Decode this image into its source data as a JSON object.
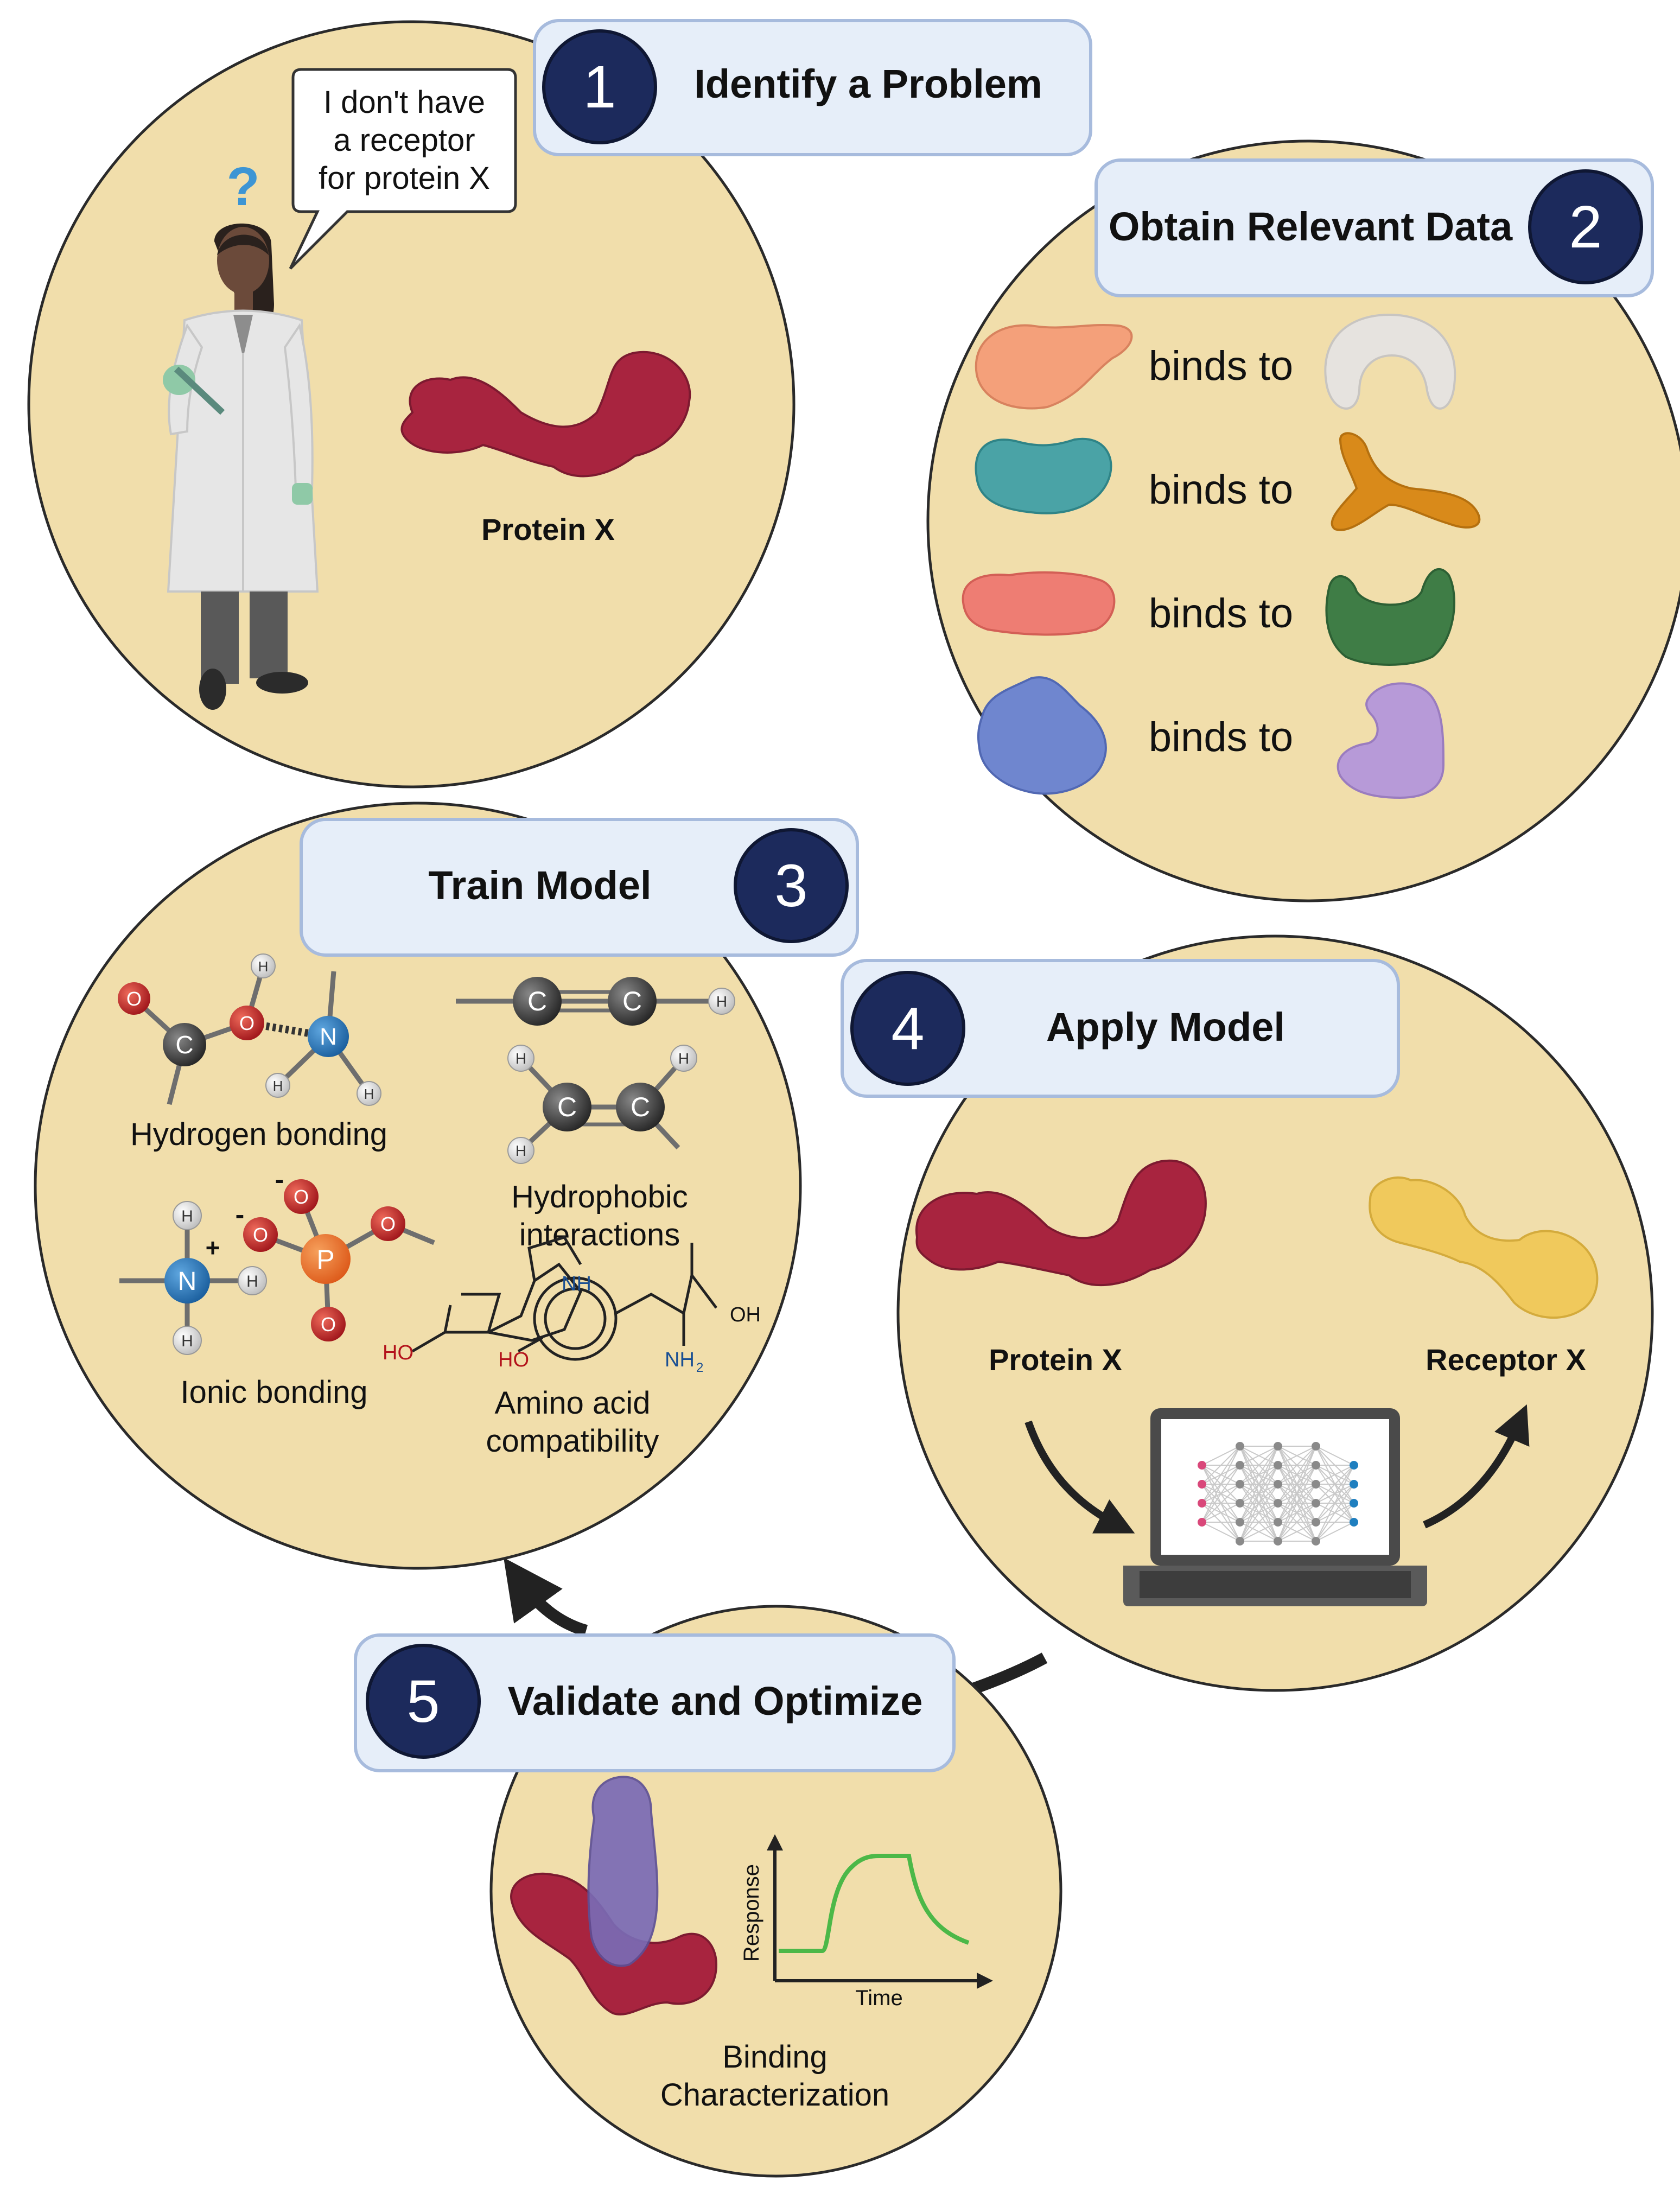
{
  "steps": [
    {
      "number": "1",
      "title": "Identify a Problem"
    },
    {
      "number": "2",
      "title": "Obtain Relevant Data"
    },
    {
      "number": "3",
      "title": "Train Model"
    },
    {
      "number": "4",
      "title": "Apply Model"
    },
    {
      "number": "5",
      "title": "Validate and Optimize"
    }
  ],
  "step1": {
    "speech_lines": [
      "I don't have",
      "a receptor",
      "for protein X"
    ],
    "question_mark": "?",
    "protein_label": "Protein X"
  },
  "step2": {
    "pairs": [
      {
        "label": "binds to",
        "ligand_color": "#f4a07a",
        "partner_color": "#e6e3df"
      },
      {
        "label": "binds to",
        "ligand_color": "#4aa3a6",
        "partner_color": "#d98a1a"
      },
      {
        "label": "binds to",
        "ligand_color": "#ee7d73",
        "partner_color": "#3f7d46"
      },
      {
        "label": "binds to",
        "ligand_color": "#6f86cf",
        "partner_color": "#b79ad8"
      }
    ]
  },
  "step3": {
    "labels": {
      "hydrogen": "Hydrogen bonding",
      "hydrophobic_1": "Hydrophobic",
      "hydrophobic_2": "interactions",
      "ionic": "Ionic bonding",
      "amino_1": "Amino acid",
      "amino_2": "compatibility"
    },
    "atoms": {
      "O": "O",
      "C": "C",
      "N": "N",
      "H": "H",
      "P": "P",
      "plus": "+",
      "minus": "-"
    },
    "chem_text": {
      "nh": "NH",
      "oh": "OH",
      "ho": "HO",
      "nh2": "NH",
      "sub2": "2"
    }
  },
  "step4": {
    "protein_label": "Protein X",
    "receptor_label": "Receptor X"
  },
  "step5": {
    "plot_ylabel": "Response",
    "plot_xlabel": "Time",
    "caption_1": "Binding",
    "caption_2": "Characterization"
  },
  "colors": {
    "circle_fill": "#f1deab",
    "circle_stroke": "#2a2a2a",
    "badge_fill": "#1c2a5c",
    "banner_fill": "#e6eef9",
    "banner_stroke": "#a7bbdd",
    "protein_x": "#a8243f",
    "receptor_x": "#f0c95c",
    "validate_protein": "#7a6bb5",
    "curve": "#4cb848"
  }
}
